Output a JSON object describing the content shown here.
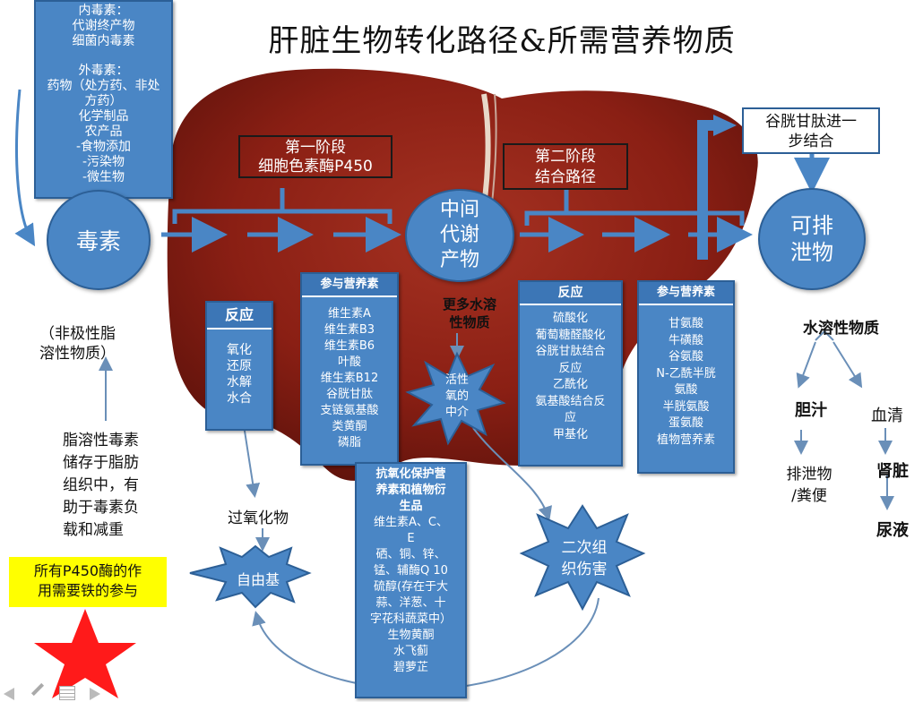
{
  "title": "肝脏生物转化路径&所需营养物质",
  "toxin_sources": {
    "internal_heading": "内毒素：",
    "internal_items": "代谢终产物\n细菌内毒素",
    "external_heading": "外毒素：",
    "external_items": "药物（处方药、非处方药）\n化学制品\n农产品\n-食物添加\n-污染物\n-微生物"
  },
  "toxin": "毒素",
  "phase1": "第一阶段\n细胞色素酶P450",
  "intermediate": "中间\n代谢\n产物",
  "phase2": "第二阶段\n结合路径",
  "gsh_conjugation": "谷胱甘肽进一\n步结合",
  "excretable": "可排\n泄物",
  "nonpolar_note": "（非极性脂\n溶性物质）",
  "fat_storage_note": "脂溶性毒素\n储存于脂肪\n组织中，有\n助于毒素负\n载和减重",
  "iron_note": "所有P450酶的作\n用需要铁的参与",
  "phase1_reactions": {
    "header": "反应",
    "items": "氧化\n还原\n水解\n水合"
  },
  "phase1_nutrients": {
    "header": "参与营养素",
    "items": "维生素A\n维生素B3\n维生素B6\n叶酸\n维生素B12\n谷胱甘肽\n支链氨基酸\n类黄酮\n磷脂"
  },
  "more_water_soluble": "更多水溶\n性物质",
  "reactive_oxygen": "活性\n氧的\n中介",
  "phase2_reactions": {
    "header": "反应",
    "items": "硫酸化\n葡萄糖醛酸化\n谷胱甘肽结合\n反应\n乙酰化\n氨基酸结合反\n应\n甲基化"
  },
  "phase2_nutrients": {
    "header": "参与营养素",
    "items": "甘氨酸\n牛磺酸\n谷氨酸\nN-乙酰半胱\n氨酸\n半胱氨酸\n蛋氨酸\n植物营养素"
  },
  "antioxidants": {
    "header": "抗氧化保护营\n养素和植物衍\n生品",
    "items": "维生素A、C、\nE\n硒、铜、锌、\n锰、辅酶Q 10\n硫醇(存在于大\n蒜、洋葱、十\n字花科蔬菜中）\n生物黄酮\n水飞蓟\n碧萝芷"
  },
  "peroxide": "过氧化物",
  "free_radical": "自由基",
  "secondary_damage": "二次组\n织伤害",
  "water_soluble": "水溶性物质",
  "bile": "胆汁",
  "serum": "血清",
  "excrement": "排泄物\n/粪便",
  "kidney": "肾脏",
  "urine": "尿液",
  "colors": {
    "liver": "#8a1f14",
    "box_blue": "#4a86c5",
    "box_border": "#2c5f96",
    "yellow": "#ffff00",
    "star": "#ff1a1a"
  }
}
